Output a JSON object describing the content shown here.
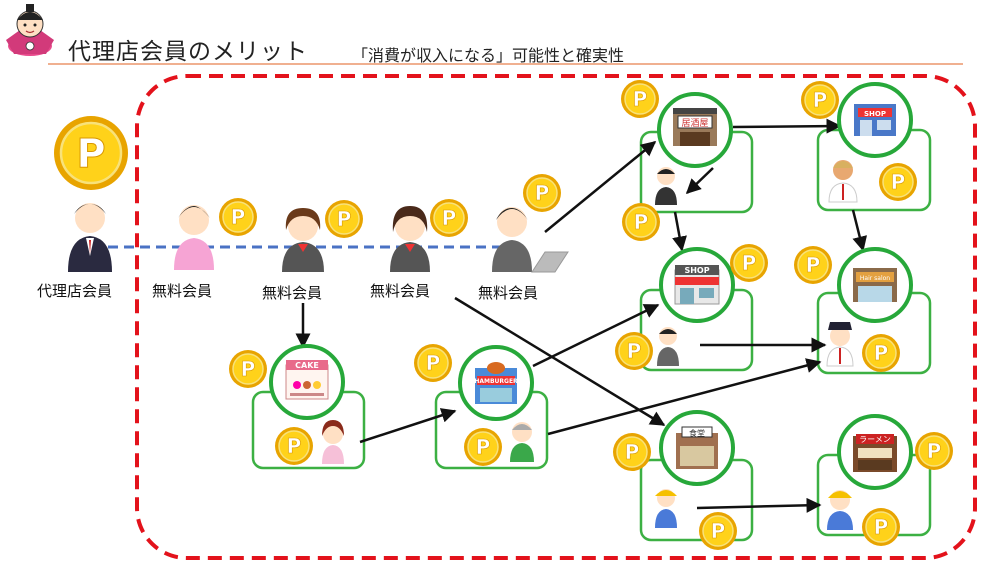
{
  "header": {
    "title": "代理店会員のメリット",
    "subtitle": "「消費が収入になる」可能性と確実性"
  },
  "people": {
    "agent": "代理店会員",
    "free_1": "無料会員",
    "free_2": "無料会員",
    "free_3": "無料会員",
    "free_4": "無料会員"
  },
  "signs": {
    "izakaya": "居酒屋",
    "shop_top": "SHOP",
    "shop_mid": "SHOP",
    "cake": "CAKE",
    "hamburger": "HAMBURGER",
    "shokudo": "食堂",
    "ramen": "ラーメン",
    "hair_salon": "Hair salon"
  },
  "coin_symbol": "P",
  "colors": {
    "dashed_frame": "#e3121b",
    "member_line": "#4a72c4",
    "circle_green": "#27a83a",
    "box_green": "#3cb043",
    "coin_gold": "#f5b800",
    "title_rule": "#f0b090"
  }
}
